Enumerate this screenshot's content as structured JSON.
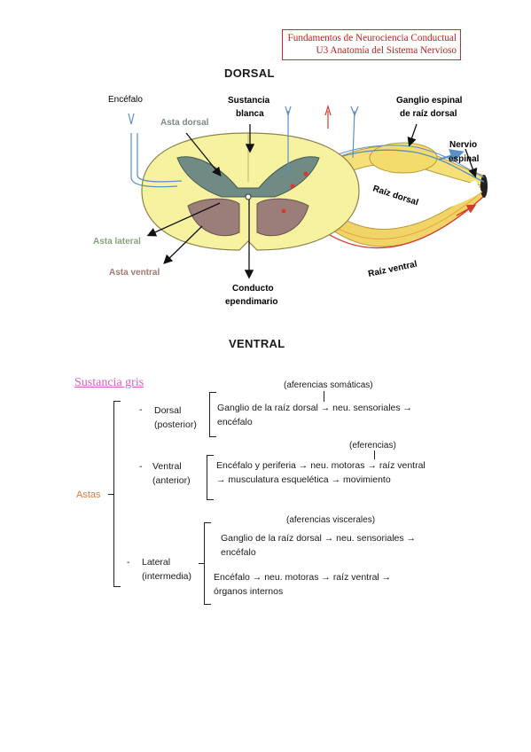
{
  "header": {
    "line1": "Fundamentos de Neurociencia Conductual",
    "line2": "U3 Anatomía del Sistema Nervioso"
  },
  "figure": {
    "top_heading": "DORSAL",
    "bottom_heading": "VENTRAL",
    "labels": {
      "encefalo": "Encéfalo",
      "sustancia_blanca_1": "Sustancia",
      "sustancia_blanca_2": "blanca",
      "asta_dorsal": "Asta dorsal",
      "ganglio_1": "Ganglio espinal",
      "ganglio_2": "de raíz dorsal",
      "nervio_1": "Nervio",
      "nervio_2": "espinal",
      "raiz_dorsal": "Raíz dorsal",
      "asta_lateral": "Asta lateral",
      "asta_ventral": "Asta ventral",
      "raiz_ventral": "Raíz ventral",
      "conducto_1": "Conducto",
      "conducto_2": "ependimario"
    },
    "colors": {
      "white_matter": "#f7f2a0",
      "gray_dorsal": "#6f8b84",
      "gray_ventral": "#9b7e7a",
      "ganglion": "#f5e07a",
      "afferent_blue": "#5b8fc7",
      "efferent_red": "#d63a2a"
    }
  },
  "notes": {
    "title": "Sustancia gris",
    "group_label": "Astas",
    "dorsal": {
      "dash": "-",
      "name": "Dorsal",
      "sub": "(posterior)",
      "annotation": "(aferencias somáticas)",
      "line1": "Ganglio de la raíz dorsal → neu. sensoriales →",
      "line2": "encéfalo"
    },
    "ventral": {
      "dash": "-",
      "name": "Ventral",
      "sub": "(anterior)",
      "annotation": "(eferencias)",
      "line1": "Encéfalo y periferia → neu. motoras → raíz ventral",
      "line2": "→ musculatura esquelética → movimiento"
    },
    "lateral": {
      "dash": "-",
      "name": "Lateral",
      "sub": "(intermedia)",
      "annotation": "(aferencias viscerales)",
      "a_line1": "Ganglio de la raíz dorsal → neu. sensoriales →",
      "a_line2": "encéfalo",
      "b_line1": "Encéfalo  →  neu.  motoras  →  raíz  ventral  →",
      "b_line2": "órganos internos"
    }
  }
}
